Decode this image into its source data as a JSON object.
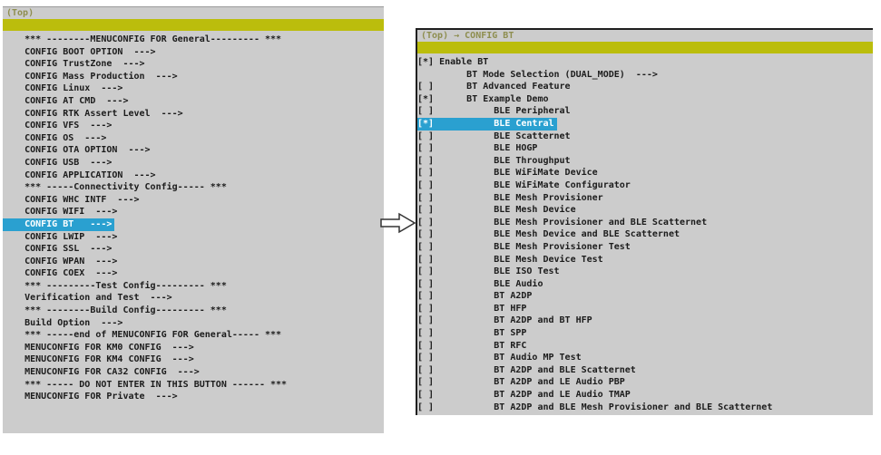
{
  "colors": {
    "pageBg": "#ffffff",
    "panelBg": "#cccccc",
    "separator": "#bbbd0c",
    "highlight": "#2aa0d0",
    "text": "#1c1c1c",
    "titleText": "#8e8e4f",
    "borderDark": "#1f1f1f"
  },
  "left_panel": {
    "title": "(Top)",
    "lines": [
      {
        "text": "    *** --------MENUCONFIG FOR General--------- ***",
        "selected": false
      },
      {
        "text": "    CONFIG BOOT OPTION  --->",
        "selected": false
      },
      {
        "text": "    CONFIG TrustZone  --->",
        "selected": false
      },
      {
        "text": "    CONFIG Mass Production  --->",
        "selected": false
      },
      {
        "text": "    CONFIG Linux  --->",
        "selected": false
      },
      {
        "text": "    CONFIG AT CMD  --->",
        "selected": false
      },
      {
        "text": "    CONFIG RTK Assert Level  --->",
        "selected": false
      },
      {
        "text": "    CONFIG VFS  --->",
        "selected": false
      },
      {
        "text": "    CONFIG OS  --->",
        "selected": false
      },
      {
        "text": "    CONFIG OTA OPTION  --->",
        "selected": false
      },
      {
        "text": "    CONFIG USB  --->",
        "selected": false
      },
      {
        "text": "    CONFIG APPLICATION  --->",
        "selected": false
      },
      {
        "text": "    *** -----Connectivity Config----- ***",
        "selected": false
      },
      {
        "text": "    CONFIG WHC INTF  --->",
        "selected": false
      },
      {
        "text": "    CONFIG WIFI  --->",
        "selected": false
      },
      {
        "text": "    CONFIG BT   --->",
        "selected": true
      },
      {
        "text": "    CONFIG LWIP  --->",
        "selected": false
      },
      {
        "text": "    CONFIG SSL  --->",
        "selected": false
      },
      {
        "text": "    CONFIG WPAN  --->",
        "selected": false
      },
      {
        "text": "    CONFIG COEX  --->",
        "selected": false
      },
      {
        "text": "    *** ---------Test Config--------- ***",
        "selected": false
      },
      {
        "text": "    Verification and Test  --->",
        "selected": false
      },
      {
        "text": "    *** --------Build Config--------- ***",
        "selected": false
      },
      {
        "text": "    Build Option  --->",
        "selected": false
      },
      {
        "text": "    *** -----end of MENUCONFIG FOR General----- ***",
        "selected": false
      },
      {
        "text": "    MENUCONFIG FOR KM0 CONFIG  --->",
        "selected": false
      },
      {
        "text": "    MENUCONFIG FOR KM4 CONFIG  --->",
        "selected": false
      },
      {
        "text": "    MENUCONFIG FOR CA32 CONFIG  --->",
        "selected": false
      },
      {
        "text": "    *** ----- DO NOT ENTER IN THIS BUTTON ------ ***",
        "selected": false
      },
      {
        "text": "    MENUCONFIG FOR Private  --->",
        "selected": false
      }
    ]
  },
  "right_panel": {
    "title": "(Top) → CONFIG BT",
    "lines": [
      {
        "text": "[*] Enable BT",
        "selected": false
      },
      {
        "text": "         BT Mode Selection (DUAL_MODE)  --->",
        "selected": false
      },
      {
        "text": "[ ]      BT Advanced Feature",
        "selected": false
      },
      {
        "text": "[*]      BT Example Demo",
        "selected": false
      },
      {
        "text": "[ ]           BLE Peripheral",
        "selected": false
      },
      {
        "text": "[*]           BLE Central",
        "selected": true
      },
      {
        "text": "[ ]           BLE Scatternet",
        "selected": false
      },
      {
        "text": "[ ]           BLE HOGP",
        "selected": false
      },
      {
        "text": "[ ]           BLE Throughput",
        "selected": false
      },
      {
        "text": "[ ]           BLE WiFiMate Device",
        "selected": false
      },
      {
        "text": "[ ]           BLE WiFiMate Configurator",
        "selected": false
      },
      {
        "text": "[ ]           BLE Mesh Provisioner",
        "selected": false
      },
      {
        "text": "[ ]           BLE Mesh Device",
        "selected": false
      },
      {
        "text": "[ ]           BLE Mesh Provisioner and BLE Scatternet",
        "selected": false
      },
      {
        "text": "[ ]           BLE Mesh Device and BLE Scatternet",
        "selected": false
      },
      {
        "text": "[ ]           BLE Mesh Provisioner Test",
        "selected": false
      },
      {
        "text": "[ ]           BLE Mesh Device Test",
        "selected": false
      },
      {
        "text": "[ ]           BLE ISO Test",
        "selected": false
      },
      {
        "text": "[ ]           BLE Audio",
        "selected": false
      },
      {
        "text": "[ ]           BT A2DP",
        "selected": false
      },
      {
        "text": "[ ]           BT HFP",
        "selected": false
      },
      {
        "text": "[ ]           BT A2DP and BT HFP",
        "selected": false
      },
      {
        "text": "[ ]           BT SPP",
        "selected": false
      },
      {
        "text": "[ ]           BT RFC",
        "selected": false
      },
      {
        "text": "[ ]           BT Audio MP Test",
        "selected": false
      },
      {
        "text": "[ ]           BT A2DP and BLE Scatternet",
        "selected": false
      },
      {
        "text": "[ ]           BT A2DP and LE Audio PBP",
        "selected": false
      },
      {
        "text": "[ ]           BT A2DP and LE Audio TMAP",
        "selected": false
      },
      {
        "text": "[ ]           BT A2DP and BLE Mesh Provisioner and BLE Scatternet",
        "selected": false
      }
    ]
  },
  "arrow_icon": "right-block-arrow"
}
